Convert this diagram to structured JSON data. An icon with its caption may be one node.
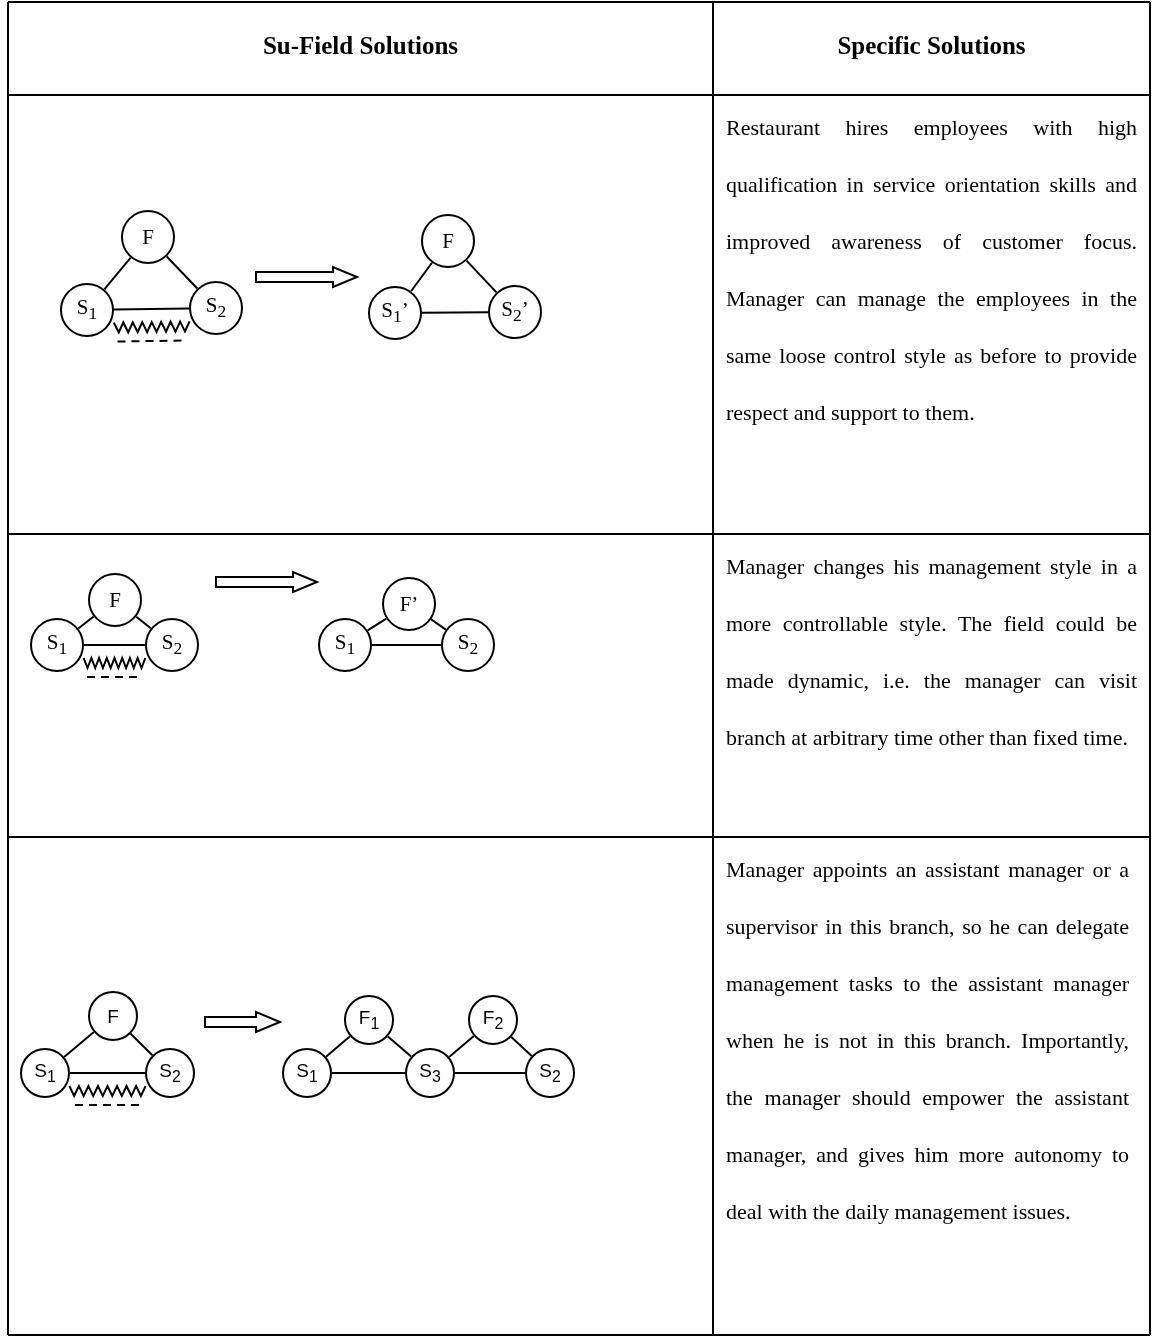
{
  "diagram": {
    "nodes": [
      {
        "text": [],
        "shape": "drawing"
      },
      {
        "text": [
          "F"
        ],
        "in": 0
      },
      {
        "text": [
          "S$_{1}$"
        ],
        "in": 0
      },
      {
        "text": [
          "S$_{2}$"
        ],
        "in": 0
      },
      {
        "text": [],
        "shape": "drawing"
      },
      {
        "text": [
          "F"
        ],
        "in": 4
      },
      {
        "text": [
          "S$_{1}$’"
        ],
        "in": 4
      },
      {
        "text": [
          "S$_{2}$’"
        ],
        "in": 4
      },
      {
        "text": [],
        "shape": "drawing"
      },
      {
        "text": [
          "F"
        ],
        "in": 8
      },
      {
        "text": [
          "S$_{1}$"
        ],
        "in": 8
      },
      {
        "text": [
          "S$_{2}$"
        ],
        "in": 8
      },
      {
        "text": [],
        "shape": "drawing"
      },
      {
        "text": [
          "F’"
        ],
        "in": 12
      },
      {
        "text": [
          "S$_{1}$"
        ],
        "in": 12
      },
      {
        "text": [
          "S$_{2}$"
        ],
        "in": 12
      },
      {
        "text": [],
        "shape": "drawing"
      },
      {
        "text": [
          "F"
        ],
        "in": 16
      },
      {
        "text": [
          "S$_{1}$"
        ],
        "in": 16
      },
      {
        "text": [
          "S$_{2}$"
        ],
        "in": 16
      },
      {
        "text": [],
        "shape": "drawing"
      },
      {
        "text": [
          "F$_{1}$"
        ],
        "in": 20
      },
      {
        "text": [
          "F$_{2}$"
        ],
        "in": 20
      },
      {
        "text": [
          "S$_{1}$"
        ],
        "in": 20
      },
      {
        "text": [
          "S$_{3}$"
        ],
        "in": 20
      },
      {
        "text": [
          "S$_{2}$"
        ],
        "in": 20
      }
    ],
    "edges": [
      {
        "from": 1,
        "to": 2,
        "arrow": "none"
      },
      {
        "from": 1,
        "to": 3,
        "arrow": "none"
      },
      {
        "from": 2,
        "to": 3,
        "arrow": "none"
      },
      {
        "from": 2,
        "to": 3,
        "arrow": "none"
      },
      {
        "from": 2,
        "to": 3,
        "arrow": "none",
        "style": "dashed"
      },
      {
        "from": 5,
        "to": 6,
        "arrow": "none"
      },
      {
        "from": 5,
        "to": 7,
        "arrow": "none"
      },
      {
        "from": 6,
        "to": 7,
        "arrow": "none"
      },
      {
        "from": 0,
        "to": 4,
        "arrow": "to",
        "style": "thick"
      },
      {
        "from": 9,
        "to": 10,
        "arrow": "none"
      },
      {
        "from": 9,
        "to": 11,
        "arrow": "none"
      },
      {
        "from": 10,
        "to": 11,
        "arrow": "none"
      },
      {
        "from": 10,
        "to": 11,
        "arrow": "none"
      },
      {
        "from": 10,
        "to": 11,
        "arrow": "none",
        "style": "dashed"
      },
      {
        "from": 13,
        "to": 14,
        "arrow": "none"
      },
      {
        "from": 13,
        "to": 15,
        "arrow": "none"
      },
      {
        "from": 14,
        "to": 15,
        "arrow": "none"
      },
      {
        "from": 8,
        "to": 12,
        "arrow": "to",
        "style": "thick"
      },
      {
        "from": 17,
        "to": 18,
        "arrow": "none"
      },
      {
        "from": 17,
        "to": 19,
        "arrow": "none"
      },
      {
        "from": 18,
        "to": 19,
        "arrow": "none"
      },
      {
        "from": 18,
        "to": 19,
        "arrow": "none"
      },
      {
        "from": 18,
        "to": 19,
        "arrow": "none",
        "style": "dashed"
      },
      {
        "from": 21,
        "to": 23,
        "arrow": "none"
      },
      {
        "from": 21,
        "to": 24,
        "arrow": "none"
      },
      {
        "from": 22,
        "to": 24,
        "arrow": "none"
      },
      {
        "from": 22,
        "to": 25,
        "arrow": "none"
      },
      {
        "from": 23,
        "to": 24,
        "arrow": "none"
      },
      {
        "from": 24,
        "to": 25,
        "arrow": "none"
      },
      {
        "from": 16,
        "to": 20,
        "arrow": "to",
        "style": "thick"
      }
    ],
    "labels": [
      "Su-Field Solutions",
      "Specific Solutions",
      "Restaurant hires employees with high qualification in service orientation skills and improved awareness of customer focus. Manager can manage the employees in the same loose control style as before to provide respect and support to them.",
      "Manager changes his management style in a more controllable style. The field could be made dynamic, i.e. the manager can visit branch at arbitrary time other than fixed time.",
      "Manager appoints an assistant manager or a supervisor in this branch, so he can delegate management tasks to the assistant manager when he is not in this branch. Importantly, the manager should empower the assistant manager, and gives him more autonomy to deal with the daily management issues."
    ]
  }
}
